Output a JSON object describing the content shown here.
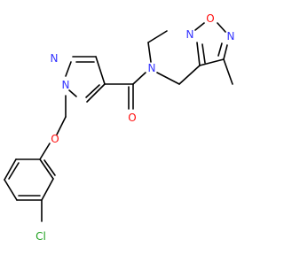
{
  "molecule": {
    "atoms": {
      "n_pyrazole_1": "N",
      "n_pyrazole_2": "N",
      "n_amide": "N",
      "o_carbonyl": "O",
      "o_ether": "O",
      "n_oxadiazole_a": "N",
      "o_oxadiazole": "O",
      "n_oxadiazole_b": "N",
      "cl": "Cl"
    }
  },
  "colors": {
    "bond": "#000000",
    "nitrogen": "#3333ff",
    "oxygen": "#ff0d0d",
    "chlorine": "#1fa01f"
  }
}
